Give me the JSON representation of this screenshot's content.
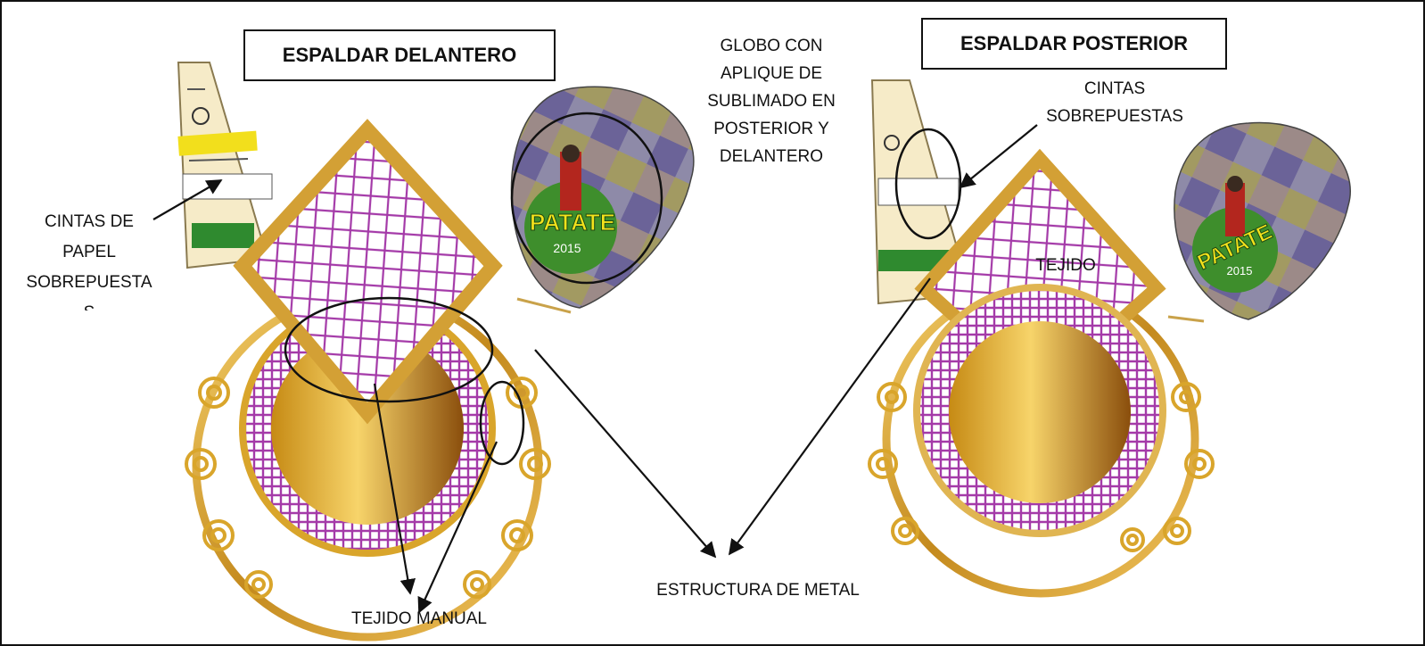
{
  "titles": {
    "front": "ESPALDAR DELANTERO",
    "back": "ESPALDAR POSTERIOR"
  },
  "labels": {
    "globo": [
      "GLOBO CON",
      "APLIQUE DE",
      "SUBLIMADO EN",
      "POSTERIOR Y",
      "DELANTERO"
    ],
    "cintas_sobrepuestas": [
      "CINTAS",
      "SOBREPUESTAS"
    ],
    "cintas_papel": [
      "CINTAS DE",
      "PAPEL",
      "SOBREPUESTA",
      "S"
    ],
    "tejido": "TEJIDO",
    "estructura": "ESTRUCTURA DE METAL",
    "tejido_manual": "TEJIDO MANUAL"
  },
  "balloon_logo": {
    "word": "PATATE",
    "year": "2015"
  },
  "colors": {
    "gold": "#d9a52b",
    "gold_dark": "#9b6410",
    "mesh": "#a43aa8",
    "frame": "#111111"
  }
}
